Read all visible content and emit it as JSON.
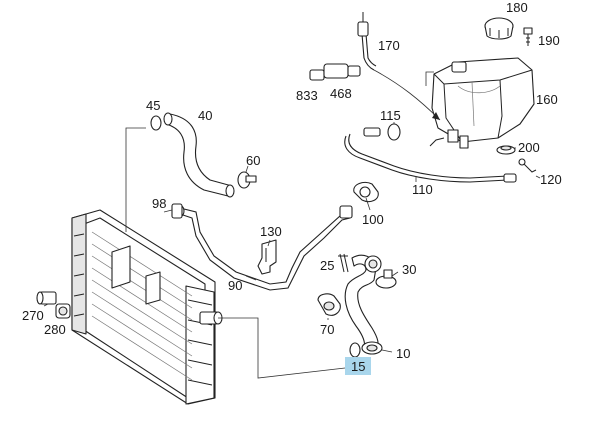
{
  "callouts": {
    "c180": "180",
    "c190": "190",
    "c170": "170",
    "c833": "833",
    "c468": "468",
    "c160": "160",
    "c115": "115",
    "c200": "200",
    "c120": "120",
    "c110": "110",
    "c100": "100",
    "c45": "45",
    "c40": "40",
    "c60": "60",
    "c98": "98",
    "c130": "130",
    "c25": "25",
    "c30": "30",
    "c90": "90",
    "c270": "270",
    "c280": "280",
    "c70": "70",
    "c10": "10",
    "c15": "15"
  },
  "highlight": {
    "part": "15",
    "color": "#a9d6ec"
  }
}
